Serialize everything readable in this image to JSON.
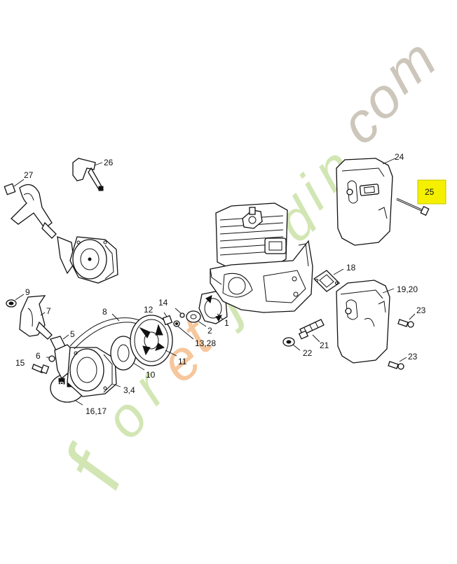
{
  "watermark": {
    "letters": [
      "f",
      "o",
      "r",
      "e",
      "t",
      "-",
      "j",
      "a",
      "r",
      "d",
      "i",
      "n",
      ".",
      "c",
      "o",
      "m"
    ],
    "color_green": "#d2e6b4",
    "color_orange": "#f6c79c",
    "color_gray": "#cdc6bb"
  },
  "highlight_color": "#f4f000",
  "labels": {
    "l1": "1",
    "l2": "2",
    "l3_4": "3,4",
    "l5": "5",
    "l6": "6",
    "l7": "7",
    "l8": "8",
    "l9": "9",
    "l10": "10",
    "l11": "11",
    "l12": "12",
    "l13_28": "13,28",
    "l14": "14",
    "l15": "15",
    "l16_17": "16,17",
    "l18": "18",
    "l19_20": "19,20",
    "l21": "21",
    "l22": "22",
    "l23a": "23",
    "l23b": "23",
    "l24": "24",
    "l25": "25",
    "l26": "26",
    "l27": "27"
  }
}
